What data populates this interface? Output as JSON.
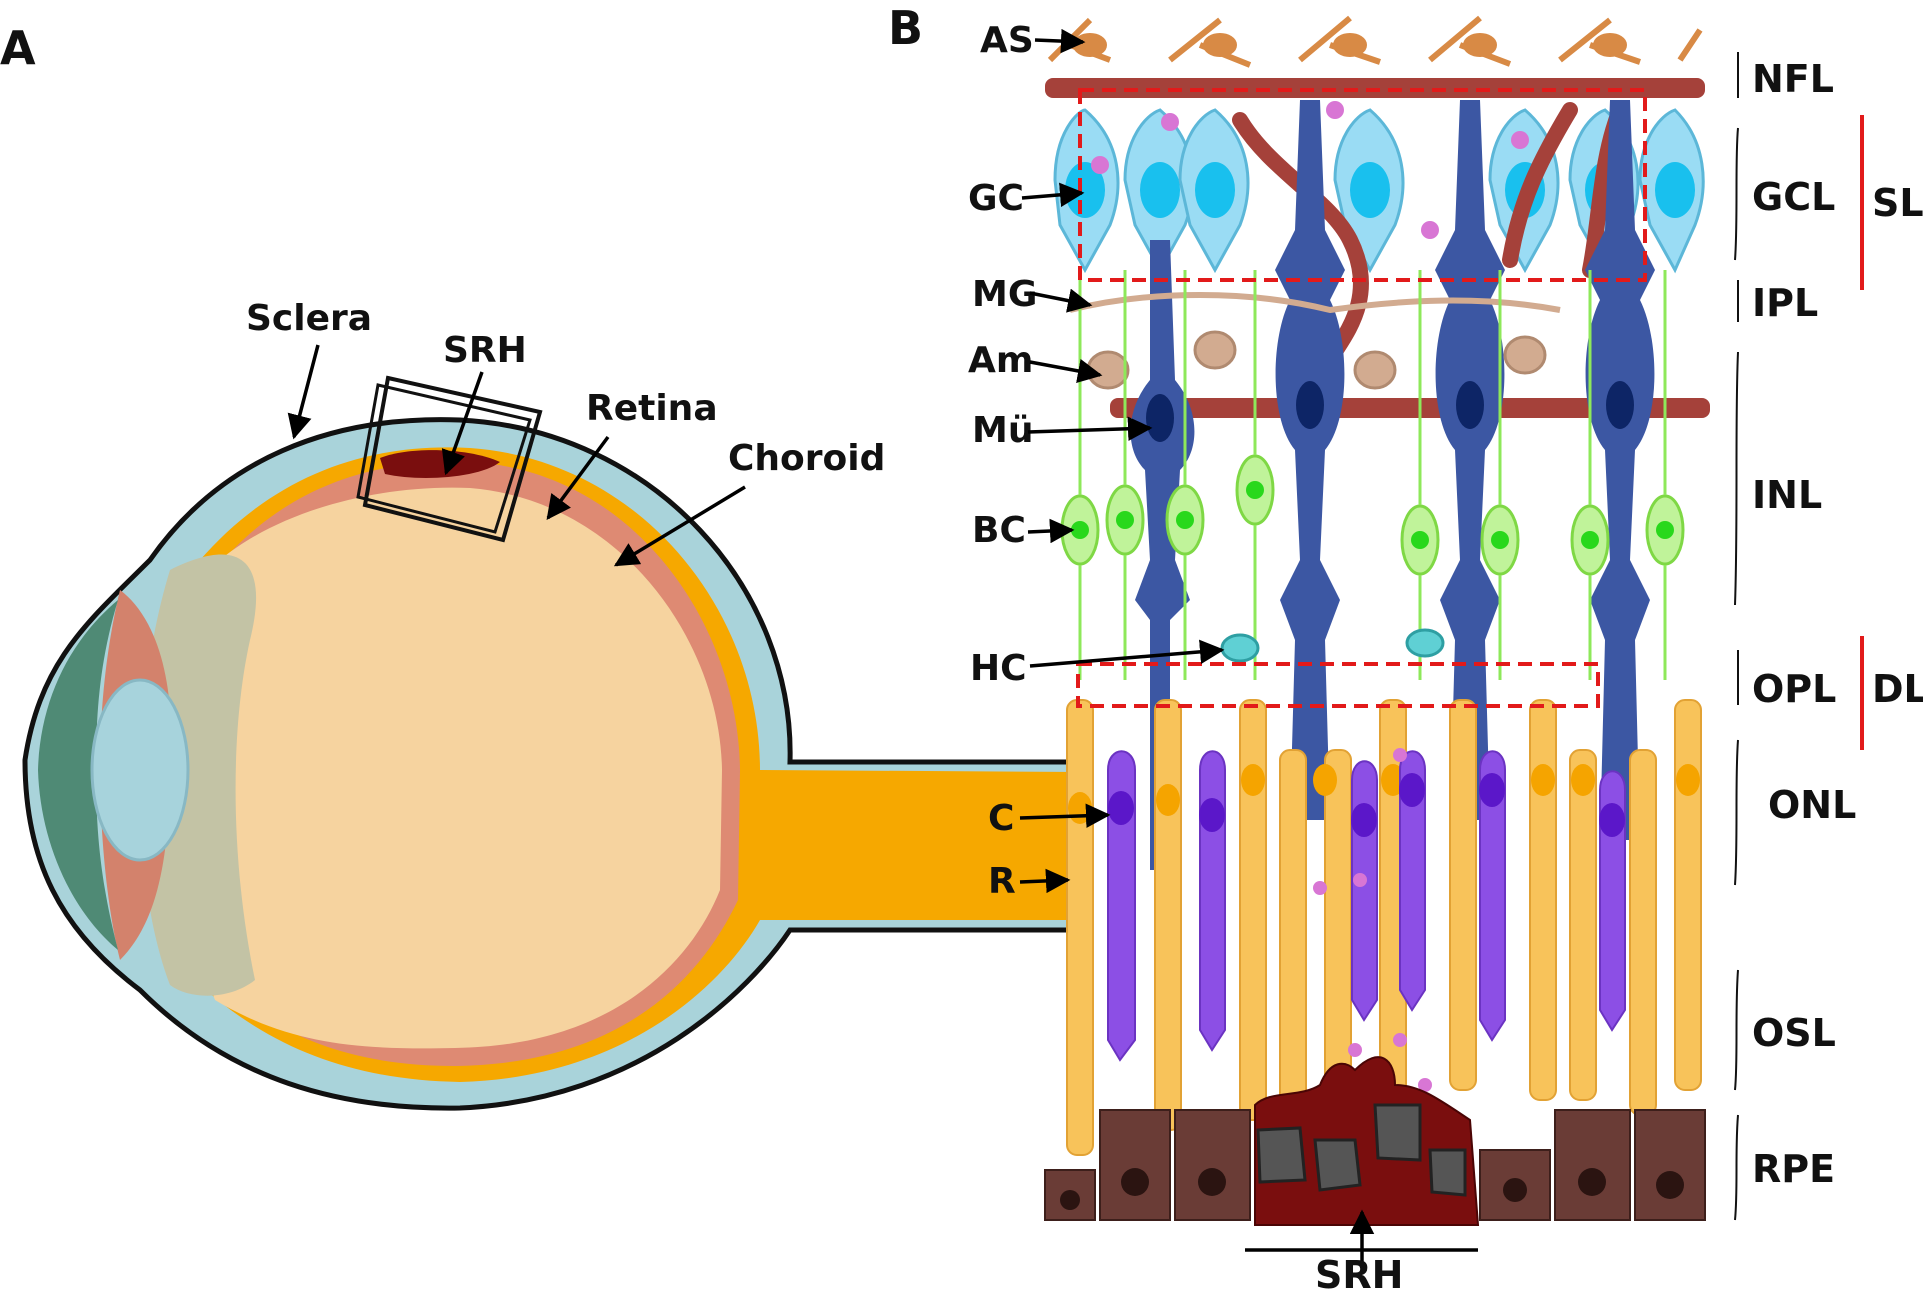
{
  "panel_a": {
    "letter": "A",
    "labels": {
      "sclera": "Sclera",
      "srh": "SRH",
      "retina": "Retina",
      "choroid": "Choroid"
    }
  },
  "panel_b": {
    "letter": "B",
    "cell_labels": {
      "as": "AS",
      "gc": "GC",
      "mg": "MG",
      "am": "Am",
      "mu": "Mü",
      "bc": "BC",
      "hc": "HC",
      "c": "C",
      "r": "R"
    },
    "layers": {
      "nfl": "NFL",
      "gcl": "GCL",
      "ipl": "IPL",
      "inl": "INL",
      "opl": "OPL",
      "onl": "ONL",
      "osl": "OSL",
      "rpe": "RPE"
    },
    "groups": {
      "sl": "SL",
      "dl": "DL"
    },
    "srh": "SRH"
  },
  "colors": {
    "sclera": "#a9d3da",
    "choroid": "#f6a800",
    "retina": "#de8a73",
    "vitreous": "#f6d39f",
    "lens": "#a7d3dc",
    "iris": "#4f8a75",
    "blood": "#7a0e0e",
    "vessel": "#a5413a",
    "astrocyte": "#d88a45",
    "ganglion": "#9adcf4",
    "muller": "#3c57a3",
    "bipolar": "#8ee85a",
    "amacrine": "#d2ab90",
    "rod": "#f8c35a",
    "cone": "#8c4fe5",
    "rpe": "#6a3c36",
    "microglia": "#d876d4",
    "box": "#e21a1a"
  }
}
